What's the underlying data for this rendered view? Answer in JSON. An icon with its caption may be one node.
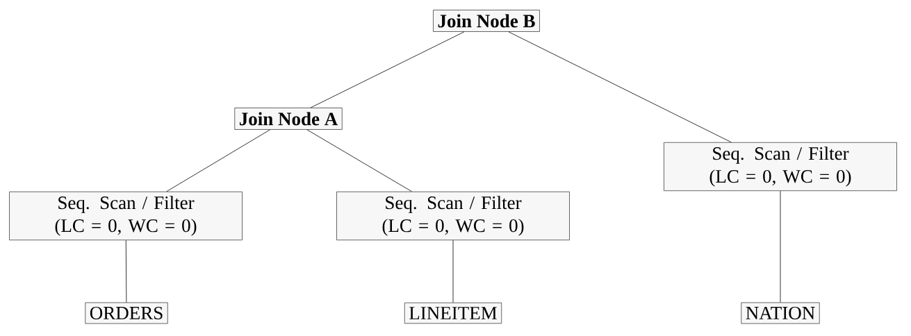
{
  "diagram": {
    "nodes": [
      {
        "text": [
          "Join Node B"
        ]
      },
      {
        "text": [
          "Join Node A"
        ]
      },
      {
        "text": [
          "Seq. Scan / Filter (LC = 0, WC = 0)"
        ]
      },
      {
        "text": [
          "Seq. Scan / Filter (LC = 0, WC = 0)"
        ]
      },
      {
        "text": [
          "Seq. Scan / Filter (LC = 0, WC = 0)"
        ]
      },
      {
        "text": [
          "ORDERS"
        ]
      },
      {
        "text": [
          "LINEITEM"
        ]
      },
      {
        "text": [
          "NATION"
        ]
      }
    ],
    "edges": [
      {
        "from": 0,
        "to": 1,
        "arrow": "none"
      },
      {
        "from": 0,
        "to": 2,
        "arrow": "none"
      },
      {
        "from": 1,
        "to": 3,
        "arrow": "none"
      },
      {
        "from": 1,
        "to": 4,
        "arrow": "none"
      },
      {
        "from": 3,
        "to": 5,
        "arrow": "none"
      },
      {
        "from": 4,
        "to": 6,
        "arrow": "none"
      },
      {
        "from": 2,
        "to": 7,
        "arrow": "none"
      }
    ]
  }
}
